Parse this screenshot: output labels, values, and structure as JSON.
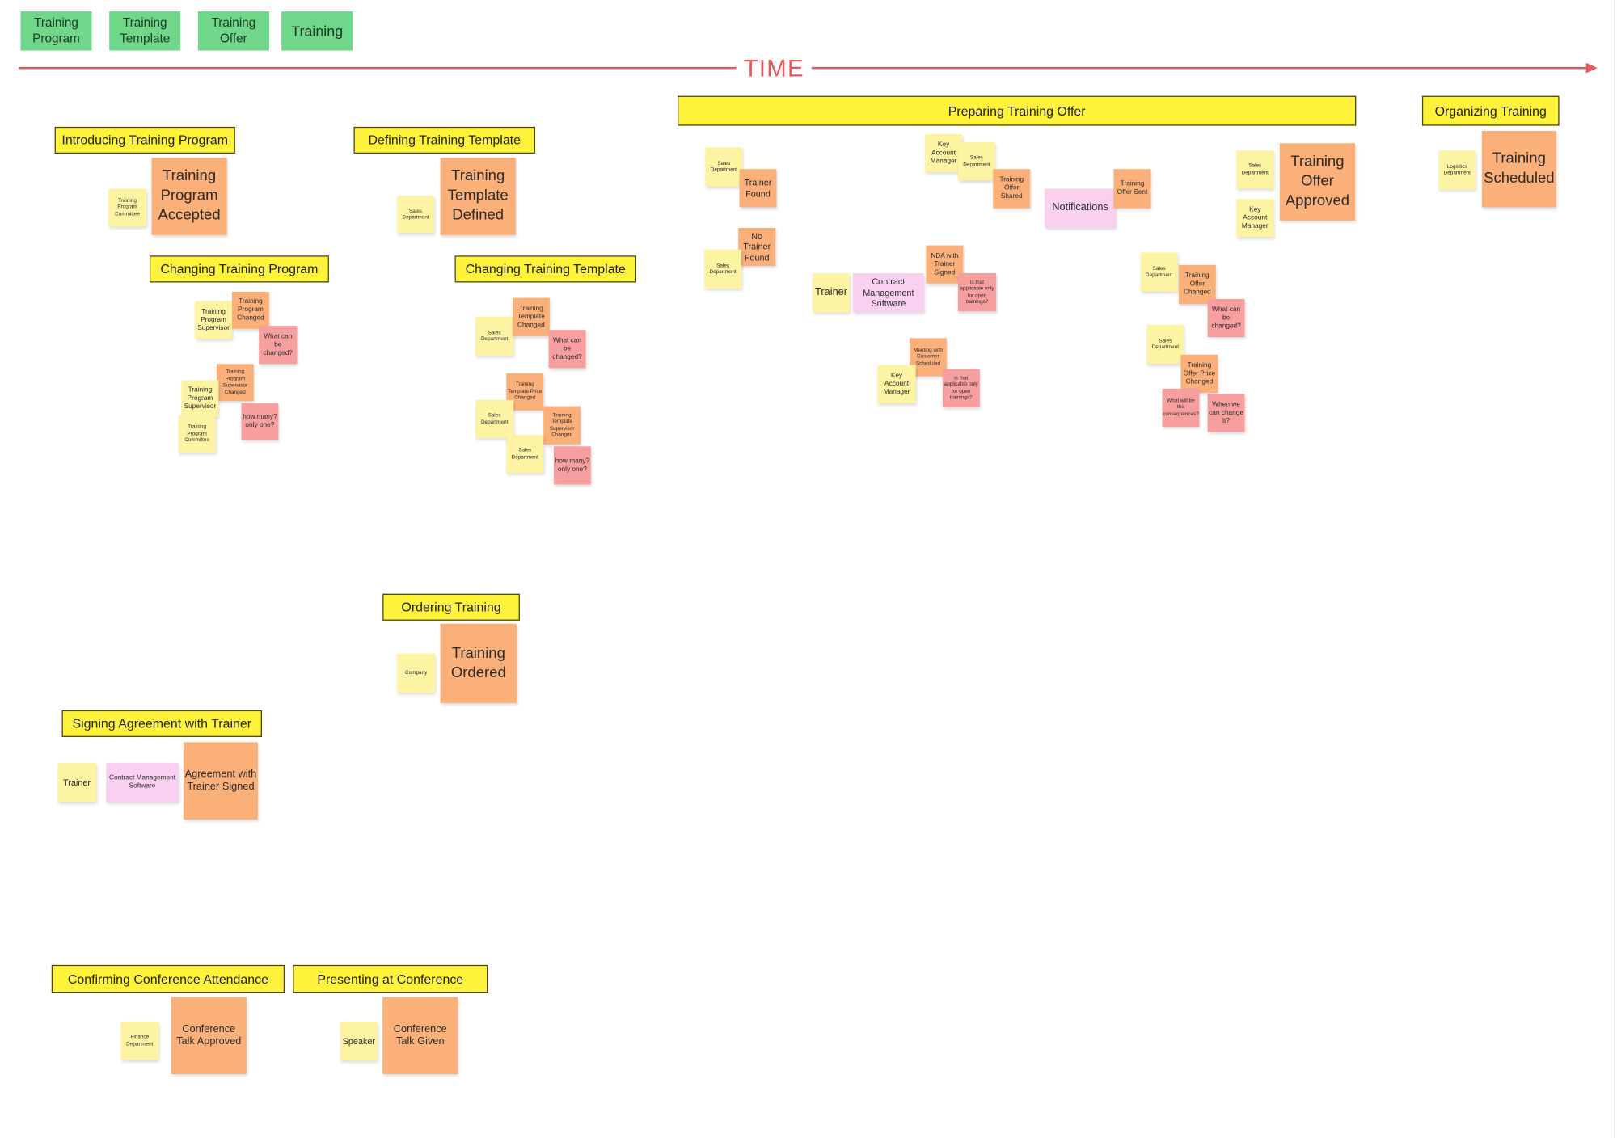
{
  "legend": [
    "Training Program",
    "Training Template",
    "Training Offer",
    "Training"
  ],
  "timeline": {
    "label": "TIME",
    "color": "#e8575a"
  },
  "colors": {
    "legend": "#6fd68a",
    "header": "#fff23a",
    "actor": "#fcf3a3",
    "event": "#fbb079",
    "question": "#f79f9f",
    "system": "#f9d0ef"
  },
  "headers": [
    "Introducing Training Program",
    "Defining Training Template",
    "Preparing Training Offer",
    "Organizing Training",
    "Changing Training Program",
    "Changing Training Template",
    "Ordering Training",
    "Signing Agreement with Trainer",
    "Confirming Conference Attendance",
    "Presenting at Conference"
  ],
  "stickies": [
    {
      "text": "Training Program Committee",
      "kind": "actor"
    },
    {
      "text": "Training Program Accepted",
      "kind": "event"
    },
    {
      "text": "Sales Department",
      "kind": "actor"
    },
    {
      "text": "Training Template Defined",
      "kind": "event"
    },
    {
      "text": "Training Program Supervisor",
      "kind": "actor"
    },
    {
      "text": "Training Program Changed",
      "kind": "event"
    },
    {
      "text": "What can be changed?",
      "kind": "question"
    },
    {
      "text": "Training Program Supervisor Changed",
      "kind": "event"
    },
    {
      "text": "Training Program Supervisor",
      "kind": "actor"
    },
    {
      "text": "Training Program Committee",
      "kind": "actor"
    },
    {
      "text": "how many? only one?",
      "kind": "question"
    },
    {
      "text": "Sales Department",
      "kind": "actor"
    },
    {
      "text": "Training Template Changed",
      "kind": "event"
    },
    {
      "text": "What can be changed?",
      "kind": "question"
    },
    {
      "text": "Training Template Price Changed",
      "kind": "event"
    },
    {
      "text": "Sales Department",
      "kind": "actor"
    },
    {
      "text": "Training Template Supervisor Changed",
      "kind": "event"
    },
    {
      "text": "Sales Department",
      "kind": "actor"
    },
    {
      "text": "how many? only one?",
      "kind": "question"
    },
    {
      "text": "Company",
      "kind": "actor"
    },
    {
      "text": "Training Ordered",
      "kind": "event"
    },
    {
      "text": "Trainer",
      "kind": "actor"
    },
    {
      "text": "Contract Management Software",
      "kind": "system"
    },
    {
      "text": "Agreement with Trainer Signed",
      "kind": "event"
    },
    {
      "text": "Finance Department",
      "kind": "actor"
    },
    {
      "text": "Conference Talk Approved",
      "kind": "event"
    },
    {
      "text": "Speaker",
      "kind": "actor"
    },
    {
      "text": "Conference Talk Given",
      "kind": "event"
    },
    {
      "text": "Sales Department",
      "kind": "actor"
    },
    {
      "text": "Trainer Found",
      "kind": "event"
    },
    {
      "text": "No Trainer Found",
      "kind": "event"
    },
    {
      "text": "Sales Department",
      "kind": "actor"
    },
    {
      "text": "Key Account Manager",
      "kind": "actor"
    },
    {
      "text": "Sales Department",
      "kind": "actor"
    },
    {
      "text": "Training Offer Shared",
      "kind": "event"
    },
    {
      "text": "Notifications",
      "kind": "system"
    },
    {
      "text": "Training Offer Sent",
      "kind": "event"
    },
    {
      "text": "Trainer",
      "kind": "actor"
    },
    {
      "text": "Contract Management Software",
      "kind": "system"
    },
    {
      "text": "NDA with Trainer Signed",
      "kind": "event"
    },
    {
      "text": "is that applicable only for open trainings?",
      "kind": "question"
    },
    {
      "text": "Meeting with Customer Scheduled",
      "kind": "event"
    },
    {
      "text": "Key Account Manager",
      "kind": "actor"
    },
    {
      "text": "is that applicable only for open trainings?",
      "kind": "question"
    },
    {
      "text": "Sales Department",
      "kind": "actor"
    },
    {
      "text": "Key Account Manager",
      "kind": "actor"
    },
    {
      "text": "Training Offer Approved",
      "kind": "event"
    },
    {
      "text": "Sales Department",
      "kind": "actor"
    },
    {
      "text": "Training Offer Changed",
      "kind": "event"
    },
    {
      "text": "What can be changed?",
      "kind": "question"
    },
    {
      "text": "Sales Department",
      "kind": "actor"
    },
    {
      "text": "Training Offer Price Changed",
      "kind": "event"
    },
    {
      "text": "What will be the consequences?",
      "kind": "question"
    },
    {
      "text": "When we can change it?",
      "kind": "question"
    },
    {
      "text": "Logistics Department",
      "kind": "actor"
    },
    {
      "text": "Training Scheduled",
      "kind": "event"
    }
  ]
}
